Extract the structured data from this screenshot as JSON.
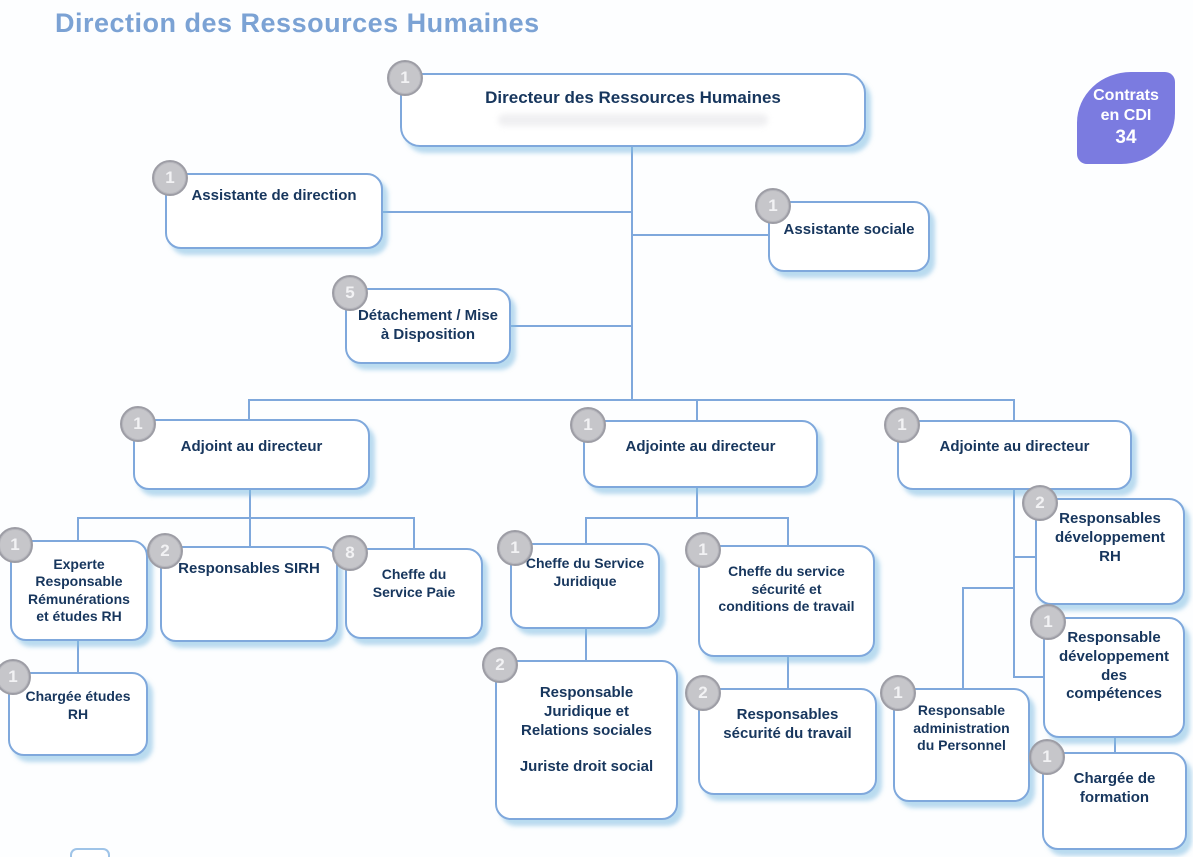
{
  "page_title": "Direction des Ressources Humaines",
  "cdi_badge": {
    "line1": "Contrats",
    "line2": "en CDI",
    "count": "34"
  },
  "colors": {
    "title_text": "#7ba2d4",
    "box_border": "#7fa8dc",
    "box_text": "#17365d",
    "box_shadow": "#b9e0ef",
    "connector": "#7fa8dc",
    "badge_fill": "#c6c6ca",
    "badge_ring": "#9d9da5",
    "cdi_fill": "#7b7be0",
    "cdi_text": "#ffffff"
  },
  "nodes": {
    "directeur": {
      "count": "1",
      "label": "Directeur des Ressources Humaines"
    },
    "assistante_direction": {
      "count": "1",
      "label": "Assistante de direction"
    },
    "assistante_sociale": {
      "count": "1",
      "label": "Assistante sociale"
    },
    "detachement": {
      "count": "5",
      "label": "Détachement / Mise\nà Disposition"
    },
    "adjoint_1": {
      "count": "1",
      "label": "Adjoint au directeur"
    },
    "adjoint_2": {
      "count": "1",
      "label": "Adjointe au directeur"
    },
    "adjoint_3": {
      "count": "1",
      "label": "Adjointe au directeur"
    },
    "experte_remunerations": {
      "count": "1",
      "label": "Experte\nResponsable\nRémunérations\net  études RH"
    },
    "responsables_sirh": {
      "count": "2",
      "label": "Responsables SIRH"
    },
    "cheffe_paie": {
      "count": "8",
      "label": "Cheffe du\nService Paie"
    },
    "chargee_etudes": {
      "count": "1",
      "label": "Chargée études\nRH"
    },
    "cheffe_juridique": {
      "count": "1",
      "label": "Cheffe du Service\nJuridique"
    },
    "cheffe_securite": {
      "count": "1",
      "label": "Cheffe du service\nsécurité et\nconditions de travail"
    },
    "resp_juridique": {
      "count": "2",
      "label": "Responsable\nJuridique et\nRelations sociales",
      "label2": "Juriste droit social"
    },
    "resp_securite": {
      "count": "2",
      "label": "Responsables\nsécurité du travail"
    },
    "resp_dev_rh": {
      "count": "2",
      "label": "Responsables\ndéveloppement\nRH"
    },
    "resp_dev_competences": {
      "count": "1",
      "label": "Responsable\ndéveloppement\ndes\ncompétences"
    },
    "resp_admin_personnel": {
      "count": "1",
      "label": "Responsable\nadministration\ndu Personnel"
    },
    "chargee_formation": {
      "count": "1",
      "label": "Chargée de\nformation"
    }
  }
}
